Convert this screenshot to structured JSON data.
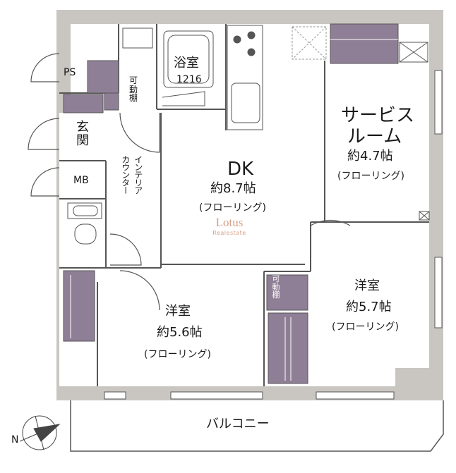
{
  "rooms": {
    "ps": "PS",
    "bath_name": "浴室",
    "bath_size": "1216",
    "shelf_bath": [
      "可",
      "動",
      "棚"
    ],
    "entrance": [
      "玄",
      "関"
    ],
    "mb": "MB",
    "counter_line1": "インテリア",
    "counter_line2": "カウンター",
    "dk_name": "DK",
    "dk_size": "約8.7帖",
    "dk_floor": "(フローリング)",
    "service_line1": "サービス",
    "service_line2": "ルーム",
    "service_size": "約4.7帖",
    "service_floor": "(フローリング)",
    "west_name": "洋室",
    "west_size": "約5.6帖",
    "west_floor": "(フローリング)",
    "east_name": "洋室",
    "east_size": "約5.7帖",
    "east_floor": "(フローリング)",
    "shelf_east": [
      "可",
      "動",
      "棚"
    ],
    "balcony": "バルコニー"
  },
  "compass": {
    "label": "N"
  },
  "watermark": {
    "title": "Lotus",
    "subtitle": "Realestate"
  },
  "colors": {
    "wall": "#c9c6c2",
    "storage": "#8f7f96",
    "line": "#555555"
  }
}
